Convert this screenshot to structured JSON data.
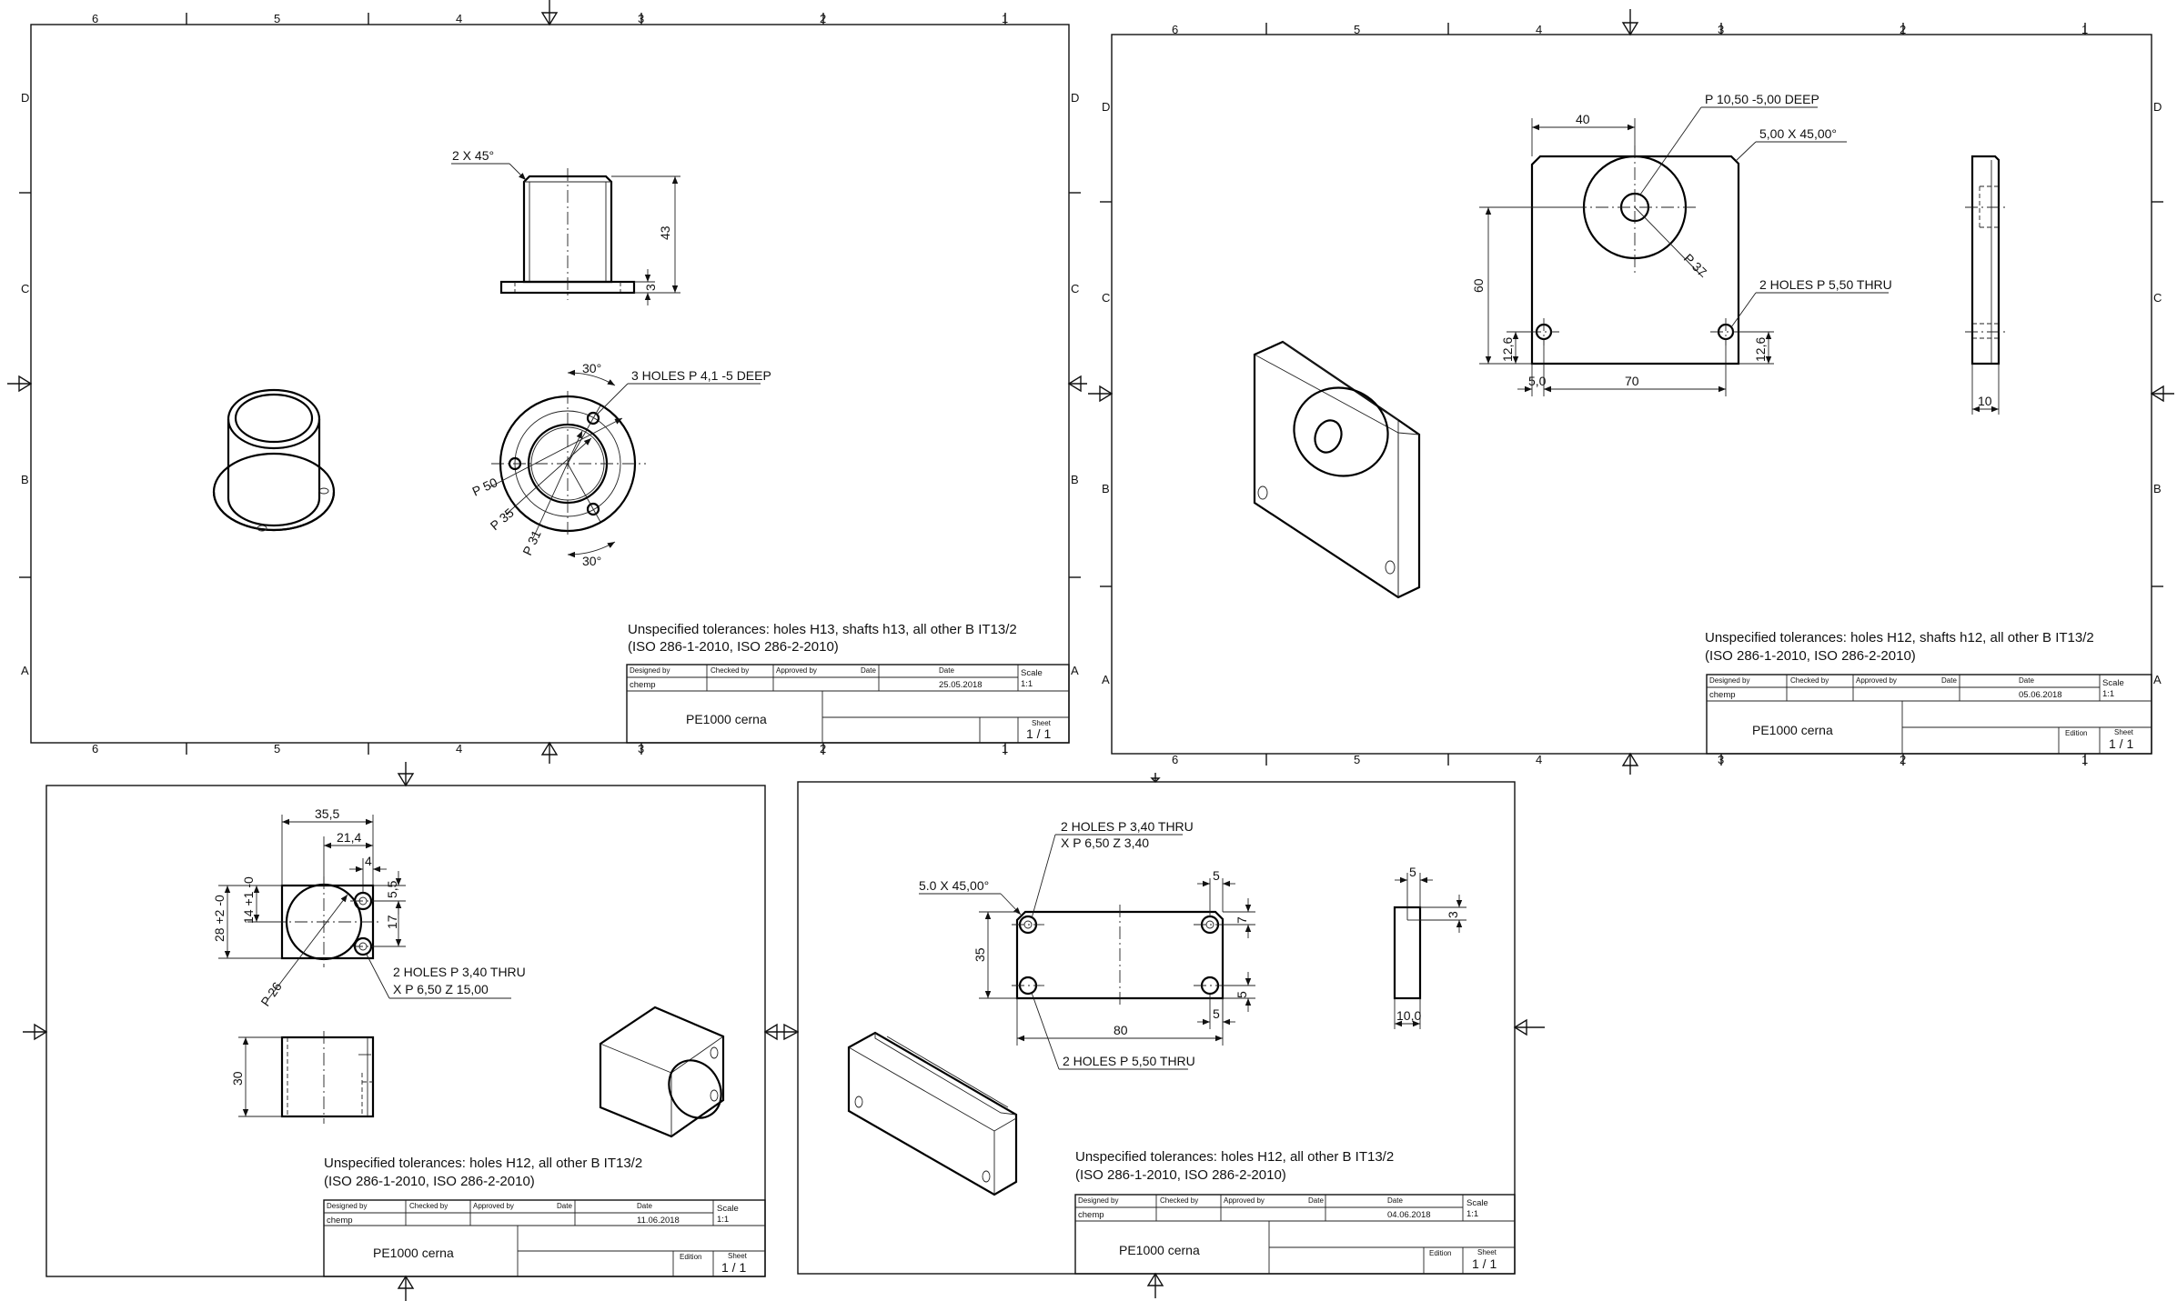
{
  "sheets": [
    {
      "id": "flange-bushing",
      "zones": {
        "cols": [
          "6",
          "5",
          "4",
          "3",
          "2",
          "1"
        ],
        "rows": [
          "D",
          "C",
          "B",
          "A"
        ]
      },
      "dims": {
        "chamfer": "2 X 45°",
        "height": "43",
        "flange": "3",
        "angle_top": "30°",
        "angle_bottom": "30°",
        "holes": "3 HOLES P 4,1 -5 DEEP",
        "d50": "P 50",
        "d35": "P 35",
        "d31": "P 31"
      },
      "tolerance_line1": "Unspecified tolerances: holes H13, shafts h13, all other B IT13/2",
      "tolerance_line2": "(ISO 286-1-2010, ISO 286-2-2010)",
      "title_block": {
        "designed_by_label": "Designed by",
        "checked_by_label": "Checked by",
        "approved_by_label": "Approved by",
        "date_label": "Date",
        "date2_label": "Date",
        "designer": "chemp",
        "date": "25.05.2018",
        "scale_label": "Scale",
        "scale": "1:1",
        "title": "PE1000 cerna",
        "edition_label": "",
        "sheet_label": "Sheet",
        "sheet": "1 / 1"
      }
    },
    {
      "id": "square-plate",
      "zones": {
        "cols": [
          "6",
          "5",
          "4",
          "3",
          "2",
          "1"
        ],
        "rows": [
          "D",
          "C",
          "B",
          "A"
        ]
      },
      "dims": {
        "width40": "40",
        "pocket": "P 10,50 -5,00 DEEP",
        "chamfer": "5,00 X 45,00°",
        "d37": "P 37",
        "holes": "2 HOLES P 5,50 THRU",
        "h60": "60",
        "y12_left": "12,6",
        "y12_right": "12,6",
        "x5": "5,0",
        "w70": "70",
        "t10": "10"
      },
      "tolerance_line1": "Unspecified tolerances: holes H12, shafts h12, all other B IT13/2",
      "tolerance_line2": "(ISO 286-1-2010, ISO 286-2-2010)",
      "title_block": {
        "designed_by_label": "Designed by",
        "checked_by_label": "Checked by",
        "approved_by_label": "Approved by",
        "date_label": "Date",
        "date2_label": "Date",
        "designer": "chemp",
        "date": "05.06.2018",
        "scale_label": "Scale",
        "scale": "1:1",
        "title": "PE1000 cerna",
        "edition_label": "Edition",
        "sheet_label": "Sheet",
        "sheet": "1 / 1"
      }
    },
    {
      "id": "block",
      "dims": {
        "w355": "35,5",
        "w214": "21,4",
        "w4": "4",
        "h55": "5,5",
        "h17": "17",
        "h14": "14 +1 -0",
        "h28": "28 +2 -0",
        "d26": "P 26",
        "holes_line1": "2 HOLES P 3,40 THRU",
        "holes_line2": "X    P 6,50 Z  15,00",
        "h30": "30"
      },
      "tolerance_line1": "Unspecified tolerances: holes H12, all other B IT13/2",
      "tolerance_line2": "(ISO 286-1-2010, ISO 286-2-2010)",
      "title_block": {
        "designed_by_label": "Designed by",
        "checked_by_label": "Checked by",
        "approved_by_label": "Approved by",
        "date_label": "Date",
        "date2_label": "Date",
        "designer": "chemp",
        "date": "11.06.2018",
        "scale_label": "Scale",
        "scale": "1:1",
        "title": "PE1000 cerna",
        "edition_label": "Edition",
        "sheet_label": "Sheet",
        "sheet": "1 / 1"
      }
    },
    {
      "id": "strip",
      "dims": {
        "holes_line1": "2 HOLES P 3,40 THRU",
        "holes_line2": "X    P 6,50 Z  3,40",
        "chamfer": "5.0 X 45,00°",
        "w5_top": "5",
        "h7": "7",
        "h35": "35",
        "h5": "5",
        "w5_bottom": "5",
        "w80": "80",
        "holes2": "2 HOLES P 5,50 THRU",
        "side5": "5",
        "side3": "3",
        "side10": "10,0"
      },
      "tolerance_line1": "Unspecified tolerances: holes H12, all other B IT13/2",
      "tolerance_line2": "(ISO 286-1-2010, ISO 286-2-2010)",
      "title_block": {
        "designed_by_label": "Designed by",
        "checked_by_label": "Checked by",
        "approved_by_label": "Approved by",
        "date_label": "Date",
        "date2_label": "Date",
        "designer": "chemp",
        "date": "04.06.2018",
        "scale_label": "Scale",
        "scale": "1:1",
        "title": "PE1000 cerna",
        "edition_label": "Edition",
        "sheet_label": "Sheet",
        "sheet": "1 / 1"
      }
    }
  ]
}
